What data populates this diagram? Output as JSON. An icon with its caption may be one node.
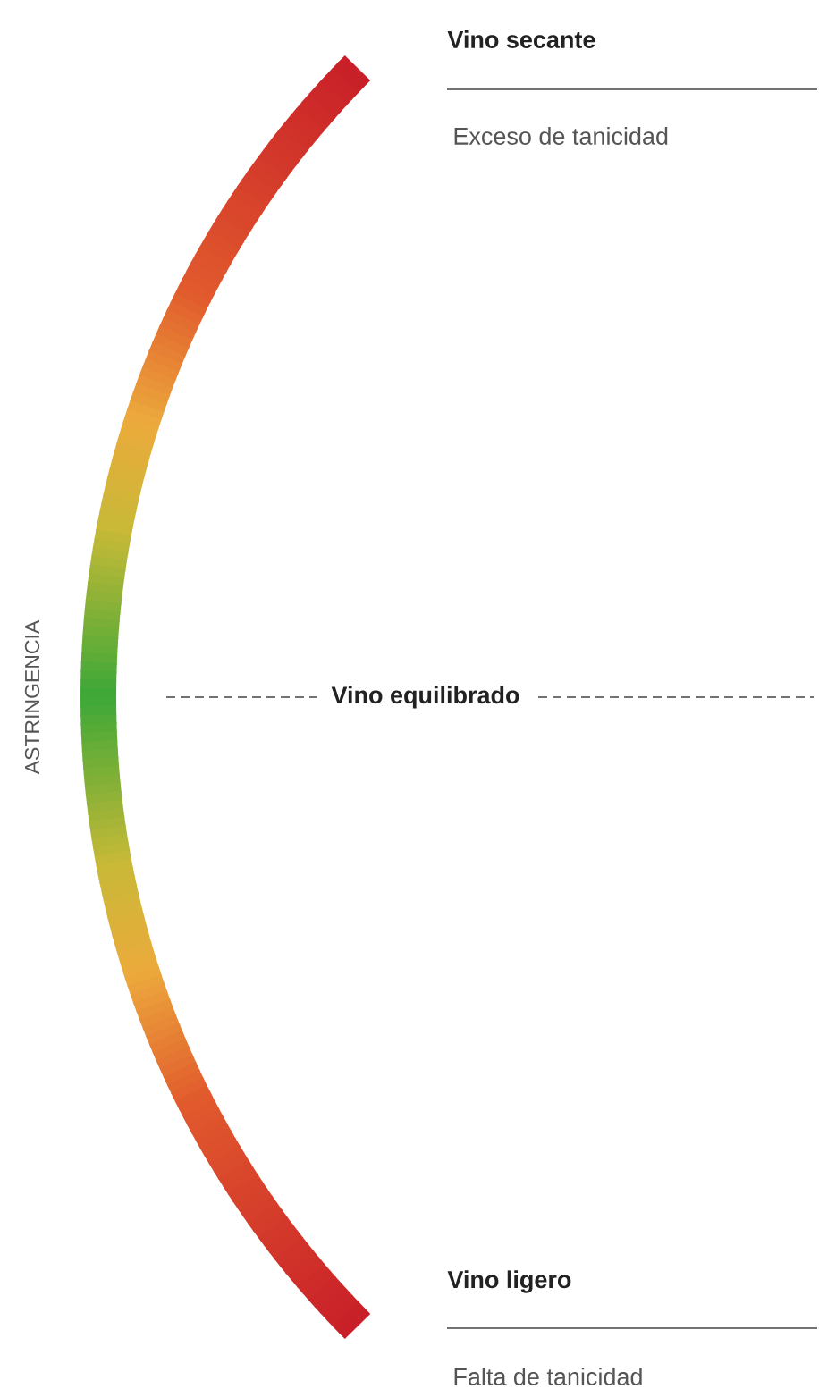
{
  "diagram": {
    "labels": [
      "Vino secante",
      "Exceso de tanicidad",
      "ASTRINGENCIA",
      "Vino equilibrado",
      "Vino ligero",
      "Falta de tanicidad"
    ]
  }
}
